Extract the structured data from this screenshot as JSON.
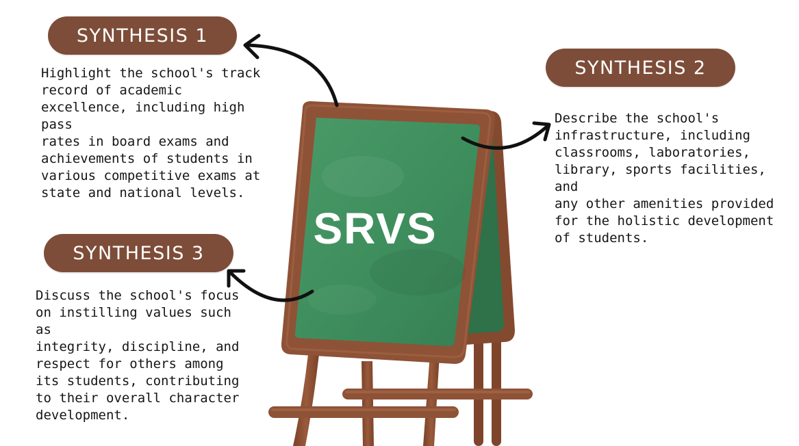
{
  "board": {
    "label": "SRVS"
  },
  "synthesis_1": {
    "title": "SYNTHESIS 1",
    "text": " Highlight the school's track\nrecord of academic\nexcellence, including high pass\nrates in board exams and\nachievements of students in\nvarious competitive exams at\nstate and national levels."
  },
  "synthesis_2": {
    "title": "SYNTHESIS 2",
    "text": "Describe the school's\ninfrastructure, including\nclassrooms, laboratories,\nlibrary, sports facilities, and\nany other amenities provided\nfor the holistic development\nof students."
  },
  "synthesis_3": {
    "title": "SYNTHESIS 3",
    "text": "Discuss the school's focus\non instilling values such as\nintegrity, discipline, and\nrespect for others among\nits students, contributing\nto their overall character\ndevelopment."
  },
  "colors": {
    "pill": "#7d4d39",
    "frame": "#8e5237",
    "board": "#3f8f5e"
  }
}
